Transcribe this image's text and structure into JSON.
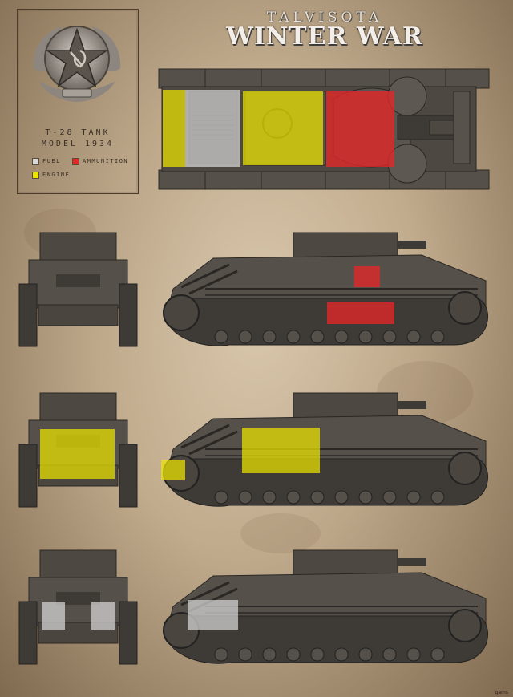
{
  "header": {
    "subtitle": "TALVISOTA",
    "title": "WINTER WAR"
  },
  "legend": {
    "model_line1": "T-28 TANK",
    "model_line2": "MODEL 1934",
    "items": [
      {
        "label": "FUEL",
        "color": "#d9d9d9"
      },
      {
        "label": "AMMUNITION",
        "color": "#e42828"
      },
      {
        "label": "ENGINE",
        "color": "#ebe400"
      }
    ]
  },
  "colors": {
    "fuel": "#d9d9d9",
    "ammunition": "#e42828",
    "engine": "#ebe400",
    "tank_body": "#4a443d",
    "frame": "#4b3c2d"
  },
  "views": [
    {
      "name": "top-view",
      "highlights": [
        "fuel",
        "engine",
        "ammunition"
      ]
    },
    {
      "name": "ammunition-views",
      "highlights": [
        "ammunition"
      ]
    },
    {
      "name": "engine-views",
      "highlights": [
        "engine"
      ]
    },
    {
      "name": "fuel-views",
      "highlights": [
        "fuel"
      ]
    }
  ],
  "signature": "gams"
}
